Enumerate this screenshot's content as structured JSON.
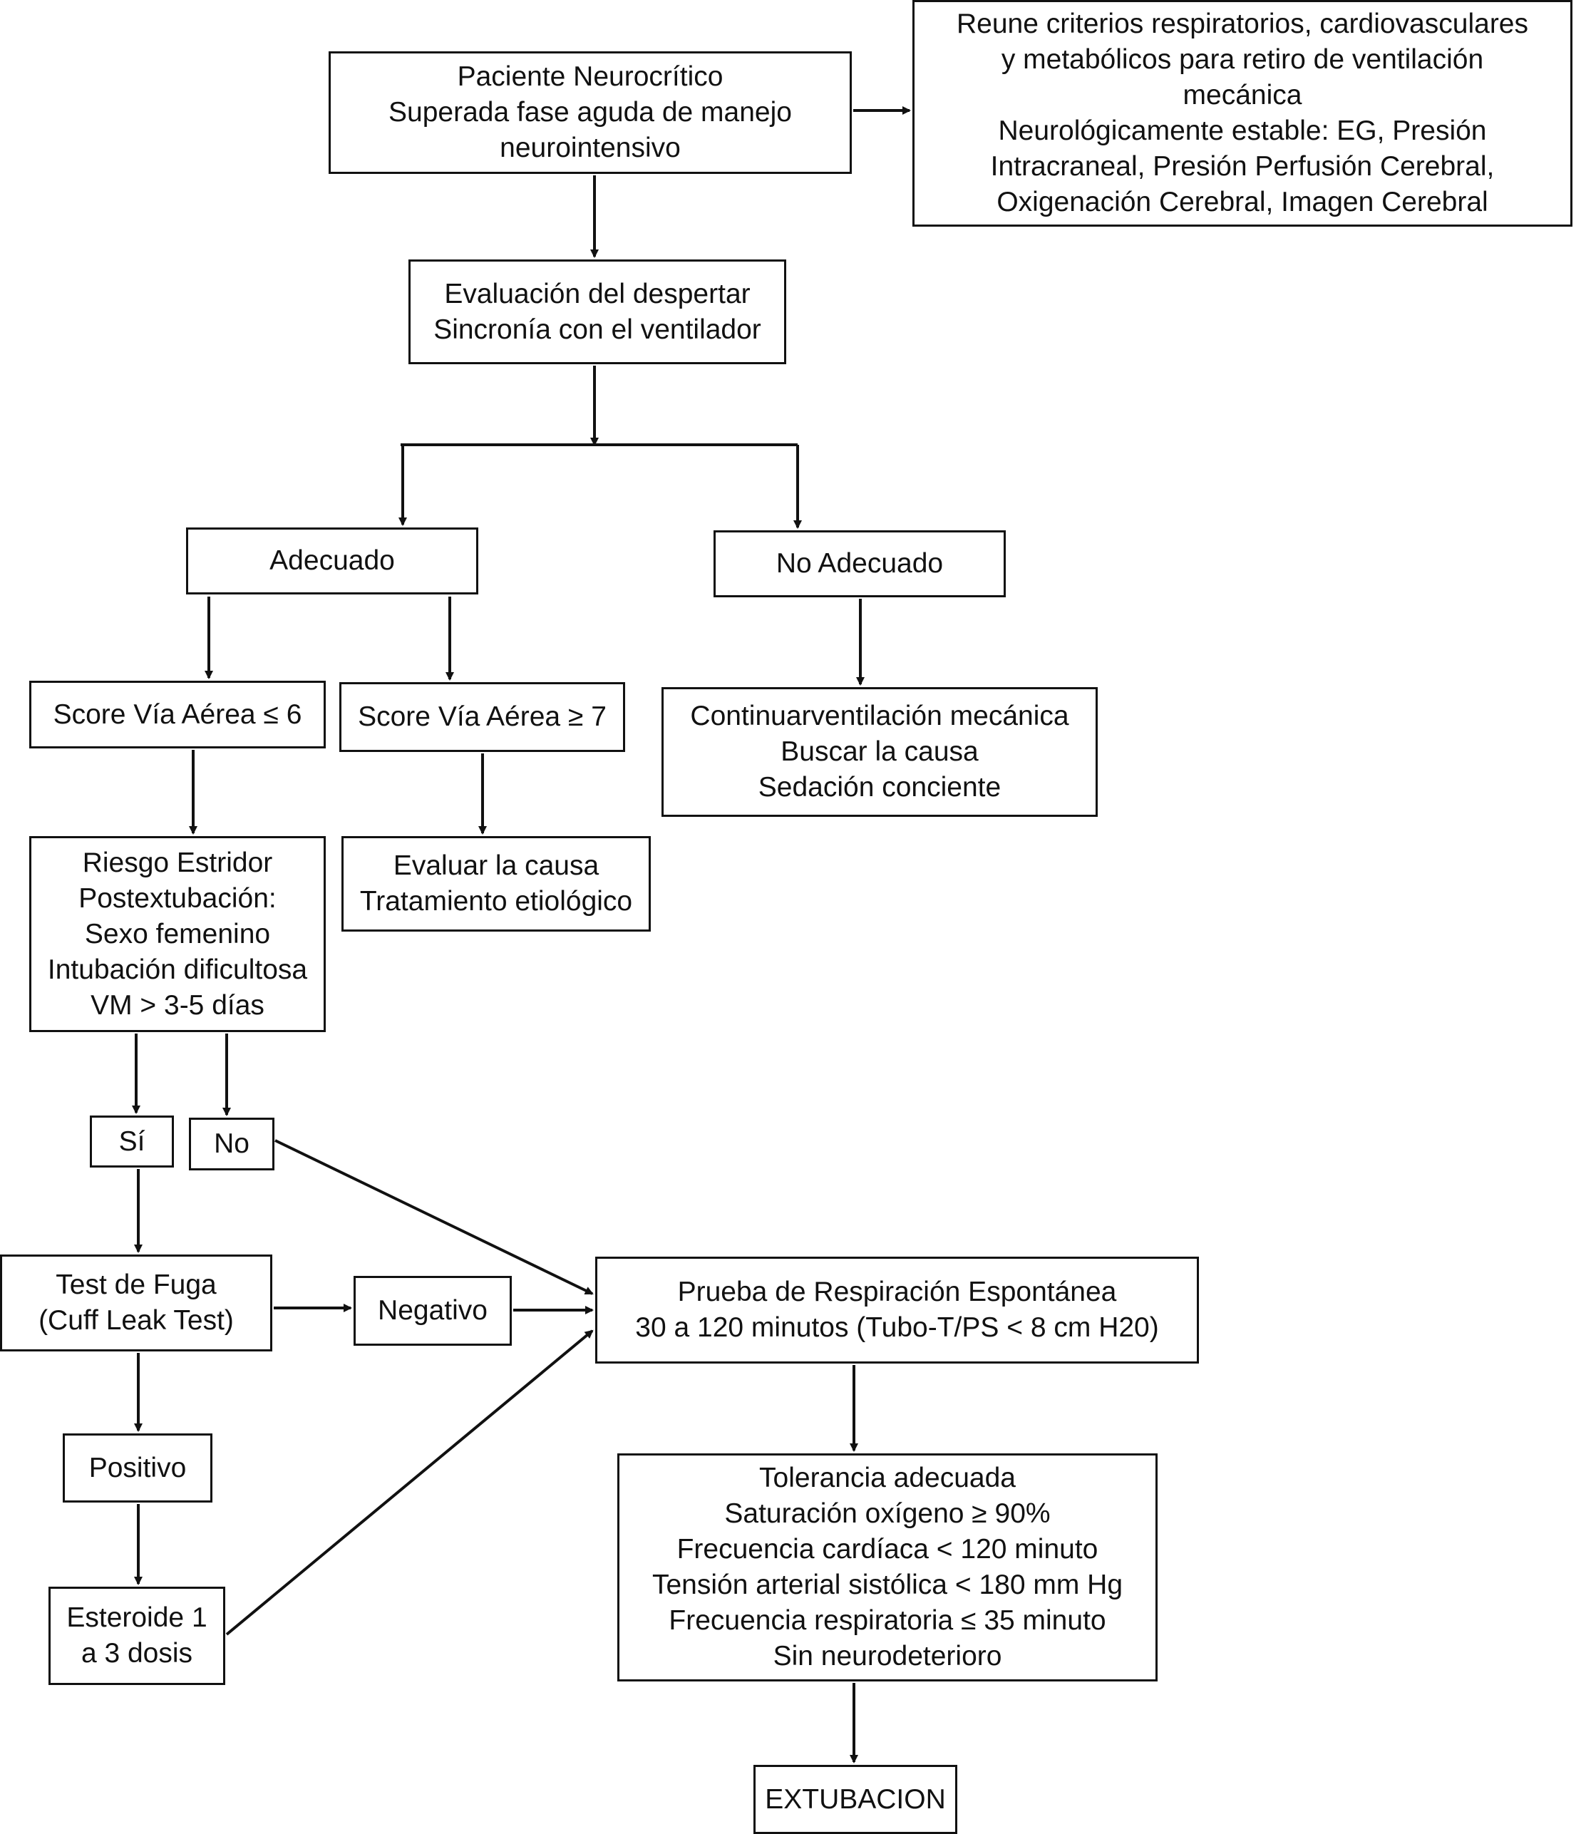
{
  "diagram": {
    "nodes": {
      "paciente": [
        "Paciente Neurocrítico",
        "Superada fase aguda de manejo",
        "neurointensivo"
      ],
      "criterios": [
        "Reune criterios respiratorios, cardiovasculares",
        "y metabólicos para retiro de ventilación",
        "mecánica",
        "Neurológicamente estable: EG, Presión",
        "Intracraneal, Presión Perfusión Cerebral,",
        "Oxigenación Cerebral, Imagen Cerebral"
      ],
      "evaluacion": [
        "Evaluación del despertar",
        "Sincronía con el ventilador"
      ],
      "adecuado": [
        "Adecuado"
      ],
      "no_adecuado": [
        "No Adecuado"
      ],
      "score_le6": [
        "Score Vía Aérea ≤ 6"
      ],
      "score_ge7": [
        "Score Vía Aérea ≥ 7"
      ],
      "continuar": [
        "Continuarventilación mecánica",
        "Buscar la causa",
        "Sedación conciente"
      ],
      "riesgo": [
        "Riesgo Estridor",
        "Postextubación:",
        "Sexo femenino",
        "Intubación dificultosa",
        "VM > 3-5 días"
      ],
      "evaluar": [
        "Evaluar la causa",
        "Tratamiento etiológico"
      ],
      "si": [
        "Sí"
      ],
      "no": [
        "No"
      ],
      "test_fuga": [
        "Test de Fuga",
        "(Cuff Leak Test)"
      ],
      "negativo": [
        "Negativo"
      ],
      "prueba": [
        "Prueba de Respiración Espontánea",
        "30 a 120 minutos (Tubo-T/PS < 8 cm H20)"
      ],
      "positivo": [
        "Positivo"
      ],
      "tolerancia": [
        "Tolerancia adecuada",
        "Saturación oxígeno ≥ 90%",
        "Frecuencia cardíaca < 120 minuto",
        "Tensión arterial sistólica < 180 mm Hg",
        "Frecuencia respiratoria ≤ 35 minuto",
        "Sin neurodeterioro"
      ],
      "esteroide": [
        "Esteroide 1",
        "a 3 dosis"
      ],
      "extubacion": [
        "EXTUBACION"
      ]
    }
  }
}
